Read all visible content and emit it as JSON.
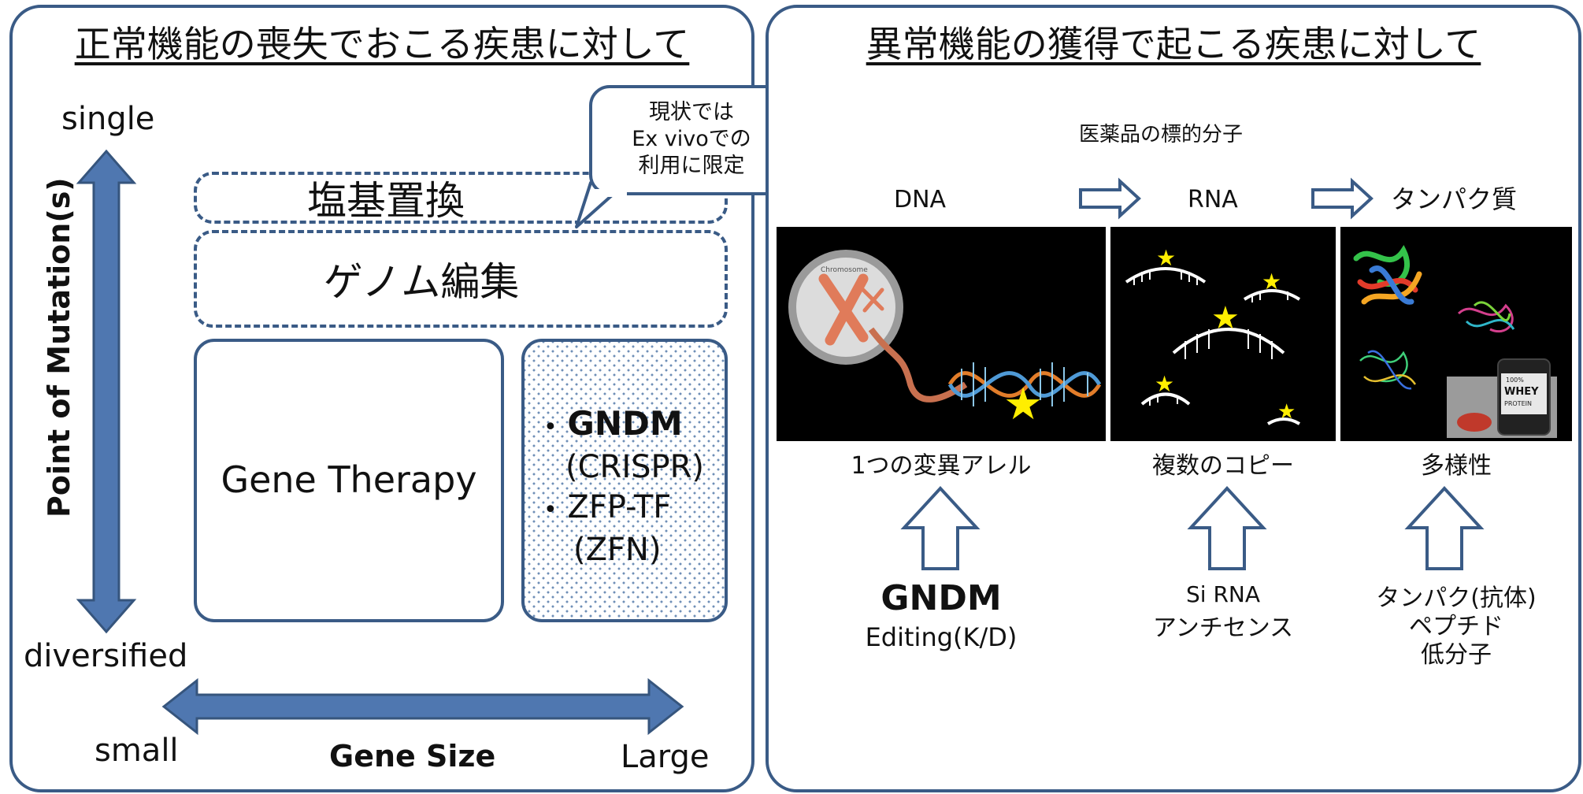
{
  "left_panel": {
    "title": "正常機能の喪失でおこる疾患に対して",
    "y_axis": {
      "label": "Point of Mutation(s)",
      "top": "single",
      "bottom": "diversified"
    },
    "x_axis": {
      "label": "Gene Size",
      "left": "small",
      "right": "Large"
    },
    "callout": [
      "現状では",
      "Ex vivoでの",
      "利用に限定"
    ],
    "base_editing": "塩基置換",
    "genome_editing": "ゲノム編集",
    "gene_therapy": "Gene Therapy",
    "gndm_box": {
      "bullet": "•",
      "line1": "GNDM",
      "line2": "(CRISPR)",
      "line3": "ZFP-TF",
      "line4": "(ZFN)"
    }
  },
  "right_panel": {
    "title": "異常機能の獲得で起こる疾患に対して",
    "subtitle": "医薬品の標的分子",
    "targets": [
      "DNA",
      "RNA",
      "タンパク質"
    ],
    "image_labels": {
      "chromosome": "Chromosome",
      "whey_1": "100%",
      "whey_2": "WHEY",
      "whey_3": "PROTEIN"
    },
    "captions": [
      "1つの変異アレル",
      "複数のコピー",
      "多様性"
    ],
    "approaches": {
      "dna": {
        "bold": "GNDM",
        "sub": "Editing(K/D)"
      },
      "rna": [
        "Si RNA",
        "アンチセンス"
      ],
      "protein": [
        "タンパク(抗体)",
        "ペプチド",
        "低分子"
      ]
    }
  },
  "colors": {
    "border": "#3a5b86",
    "arrow_fill": "#4f77b0",
    "star": "#ffee00",
    "background": "#ffffff"
  }
}
